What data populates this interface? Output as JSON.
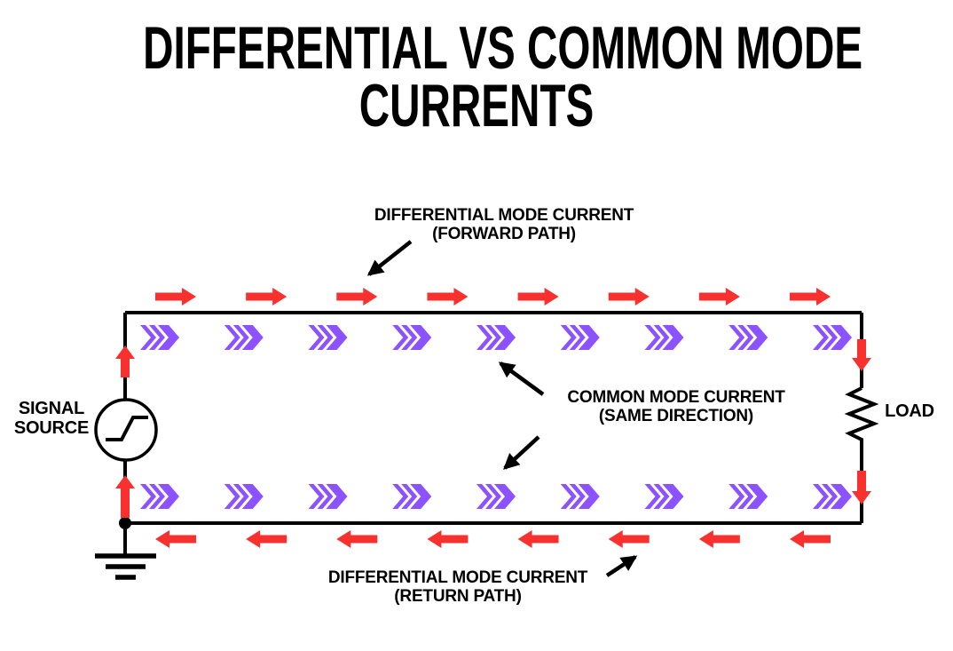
{
  "title": {
    "line1": "DIFFERENTIAL VS COMMON MODE",
    "line2": "CURRENTS"
  },
  "annotations": {
    "forward": {
      "line1": "DIFFERENTIAL MODE CURRENT",
      "line2": "(FORWARD PATH)"
    },
    "common_mode": {
      "line1": "COMMON MODE CURRENT",
      "line2": "(SAME DIRECTION)"
    },
    "return": {
      "line1": "DIFFERENTIAL MODE CURRENT",
      "line2": "(RETURN PATH)"
    }
  },
  "components": {
    "signal_source": {
      "line1": "SIGNAL",
      "line2": "SOURCE"
    },
    "load": {
      "label": "LOAD"
    }
  },
  "colors": {
    "differential_current_red": "#F8312F",
    "common_mode_purple": "#8C52FF",
    "wire_black": "#000000",
    "background": "#FFFFFF"
  },
  "diagram": {
    "red_arrows": {
      "top_row": {
        "count": 8,
        "direction": "right"
      },
      "bottom_row": {
        "count": 8,
        "direction": "left"
      },
      "left_wire": {
        "count": 2,
        "direction": "up"
      },
      "right_wire": {
        "count": 2,
        "direction": "down"
      }
    },
    "chevron_arrows": {
      "top_row": {
        "count": 9,
        "direction": "right"
      },
      "bottom_row": {
        "count": 9,
        "direction": "right"
      }
    }
  }
}
